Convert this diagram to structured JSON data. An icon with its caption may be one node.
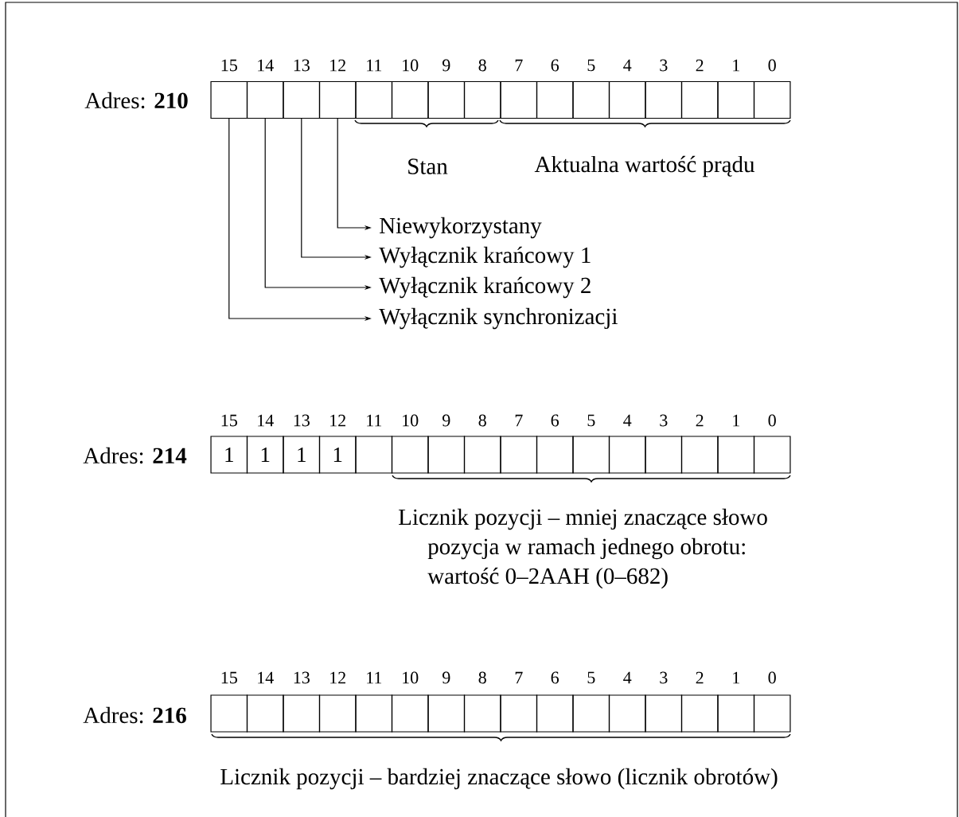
{
  "diagram": {
    "nodes": [
      {
        "text": [],
        "shape": "box"
      },
      {
        "text": [],
        "shape": "box"
      },
      {
        "text": [],
        "shape": "box"
      },
      {
        "text": [],
        "shape": "box"
      },
      {
        "text": [],
        "shape": "box"
      },
      {
        "text": [],
        "shape": "box"
      },
      {
        "text": [],
        "shape": "box"
      },
      {
        "text": [],
        "shape": "box"
      },
      {
        "text": [],
        "shape": "box"
      },
      {
        "text": [],
        "shape": "box"
      },
      {
        "text": [],
        "shape": "box"
      },
      {
        "text": [],
        "shape": "box"
      },
      {
        "text": [],
        "shape": "box"
      },
      {
        "text": [],
        "shape": "box"
      },
      {
        "text": [],
        "shape": "box"
      },
      {
        "text": [],
        "shape": "box"
      },
      {
        "text": [
          "Niewykorzystany"
        ]
      },
      {
        "text": [
          "Wyłącznik krańcowy 1"
        ]
      },
      {
        "text": [
          "Wyłącznik krańcowy 2"
        ]
      },
      {
        "text": [
          "Wyłącznik synchronizacji"
        ]
      },
      {
        "text": [
          "1"
        ]
      },
      {
        "text": [
          "1"
        ]
      },
      {
        "text": [
          "1"
        ]
      },
      {
        "text": [
          "1"
        ]
      },
      {
        "text": [],
        "shape": "box"
      },
      {
        "text": [],
        "shape": "box"
      },
      {
        "text": [],
        "shape": "box"
      },
      {
        "text": [],
        "shape": "box"
      },
      {
        "text": [],
        "shape": "box"
      },
      {
        "text": [],
        "shape": "box"
      },
      {
        "text": [],
        "shape": "box"
      },
      {
        "text": [],
        "shape": "box"
      },
      {
        "text": [],
        "shape": "box"
      },
      {
        "text": [],
        "shape": "box"
      },
      {
        "text": [],
        "shape": "box"
      },
      {
        "text": [],
        "shape": "box"
      },
      {
        "text": [],
        "shape": "box"
      },
      {
        "text": [],
        "shape": "box"
      },
      {
        "text": [],
        "shape": "box"
      },
      {
        "text": [],
        "shape": "box"
      },
      {
        "text": [],
        "shape": "box"
      },
      {
        "text": [],
        "shape": "box"
      },
      {
        "text": [],
        "shape": "box"
      },
      {
        "text": [],
        "shape": "box"
      },
      {
        "text": [],
        "shape": "box"
      },
      {
        "text": [],
        "shape": "box"
      },
      {
        "text": [],
        "shape": "box"
      },
      {
        "text": [],
        "shape": "box"
      },
      {
        "text": [],
        "shape": "box"
      },
      {
        "text": [],
        "shape": "box"
      },
      {
        "text": [],
        "shape": "box"
      },
      {
        "text": [],
        "shape": "box"
      }
    ],
    "edges": [
      {
        "from": 3,
        "to": 16,
        "arrow": "to"
      },
      {
        "from": 2,
        "to": 17,
        "arrow": "to"
      },
      {
        "from": 1,
        "to": 18,
        "arrow": "to"
      },
      {
        "from": 0,
        "to": 19,
        "arrow": "to"
      }
    ],
    "labels": [
      "15",
      "14",
      "13",
      "12",
      "11",
      "10",
      "9",
      "8",
      "7",
      "6",
      "5",
      "4",
      "3",
      "2",
      "1",
      "0",
      "Adres: **210**",
      "Stan",
      "Aktualna wartość prądu",
      "15",
      "14",
      "13",
      "12",
      "11",
      "10",
      "9",
      "8",
      "7",
      "6",
      "5",
      "4",
      "3",
      "2",
      "1",
      "0",
      "Adres: **214**",
      "Licznik pozycji – mniej znaczące słowo",
      "pozycja w ramach jednego obrotu:",
      "wartość 0–2AAH (0–682)",
      "15",
      "14",
      "13",
      "12",
      "11",
      "10",
      "9",
      "8",
      "7",
      "6",
      "5",
      "4",
      "3",
      "2",
      "1",
      "0",
      "Adres: **216**",
      "Licznik pozycji – bardziej znaczące słowo (licznik obrotów)"
    ]
  }
}
